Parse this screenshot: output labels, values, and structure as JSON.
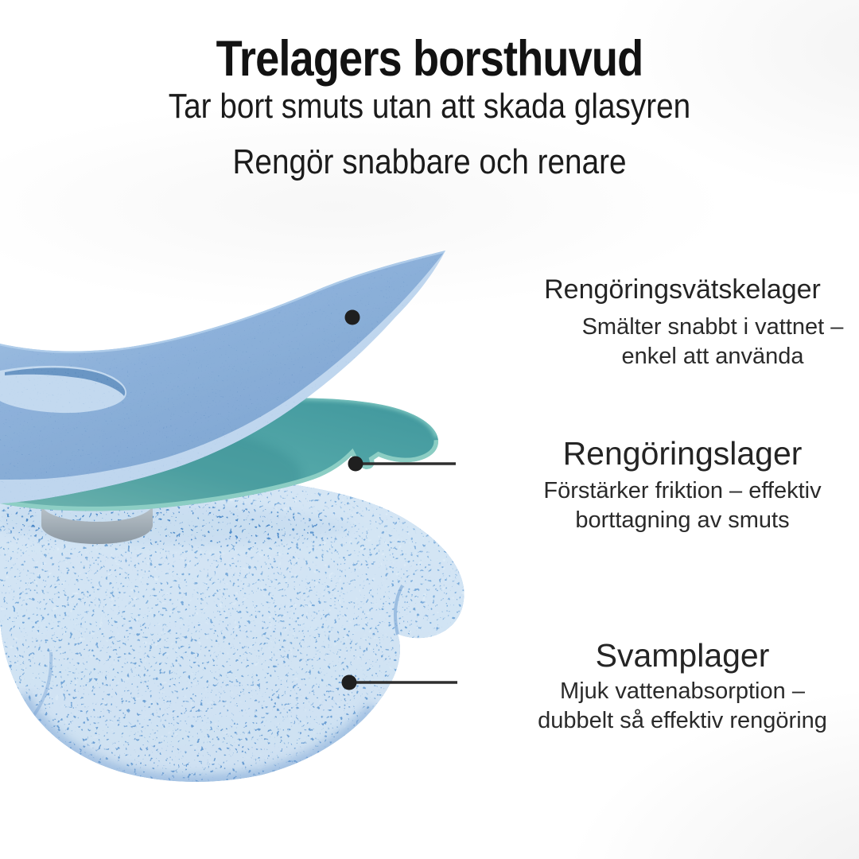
{
  "header": {
    "title": "Trelagers borsthuvud",
    "subtitle_line1": "Tar bort smuts utan att skada glasyren",
    "subtitle_line2": "Rengör snabbare och renare"
  },
  "callouts": [
    {
      "title": "Rengöringsvätskelager",
      "description_line1": "Smälter snabbt i vattnet –",
      "description_line2": "enkel att använda"
    },
    {
      "title": "Rengöringslager",
      "description_line1": "Förstärker friktion – effektiv",
      "description_line2": "borttagning av smuts"
    },
    {
      "title": "Svamplager",
      "description_line1": "Mjuk vattenabsorption –",
      "description_line2": "dubbelt så effektiv rengöring"
    }
  ],
  "illustration": {
    "layers": [
      {
        "name": "cleaning-fluid-layer",
        "fill": "#7AA3D2",
        "edge": "#AFCBE8"
      },
      {
        "name": "cleaning-layer",
        "fill": "#4FA3A8",
        "edge": "#8FD0C5"
      },
      {
        "name": "sponge-layer",
        "fill": "#9DC4E6",
        "speckle": "#4E8CCB"
      }
    ],
    "connector_color": "#A0ACB5",
    "callout_line_color": "#2E2E2E",
    "callout_dot_color": "#1F1F1F"
  },
  "colors": {
    "background": "#FFFFFF",
    "heading_text": "#121212",
    "body_text": "#2A2A2A"
  }
}
